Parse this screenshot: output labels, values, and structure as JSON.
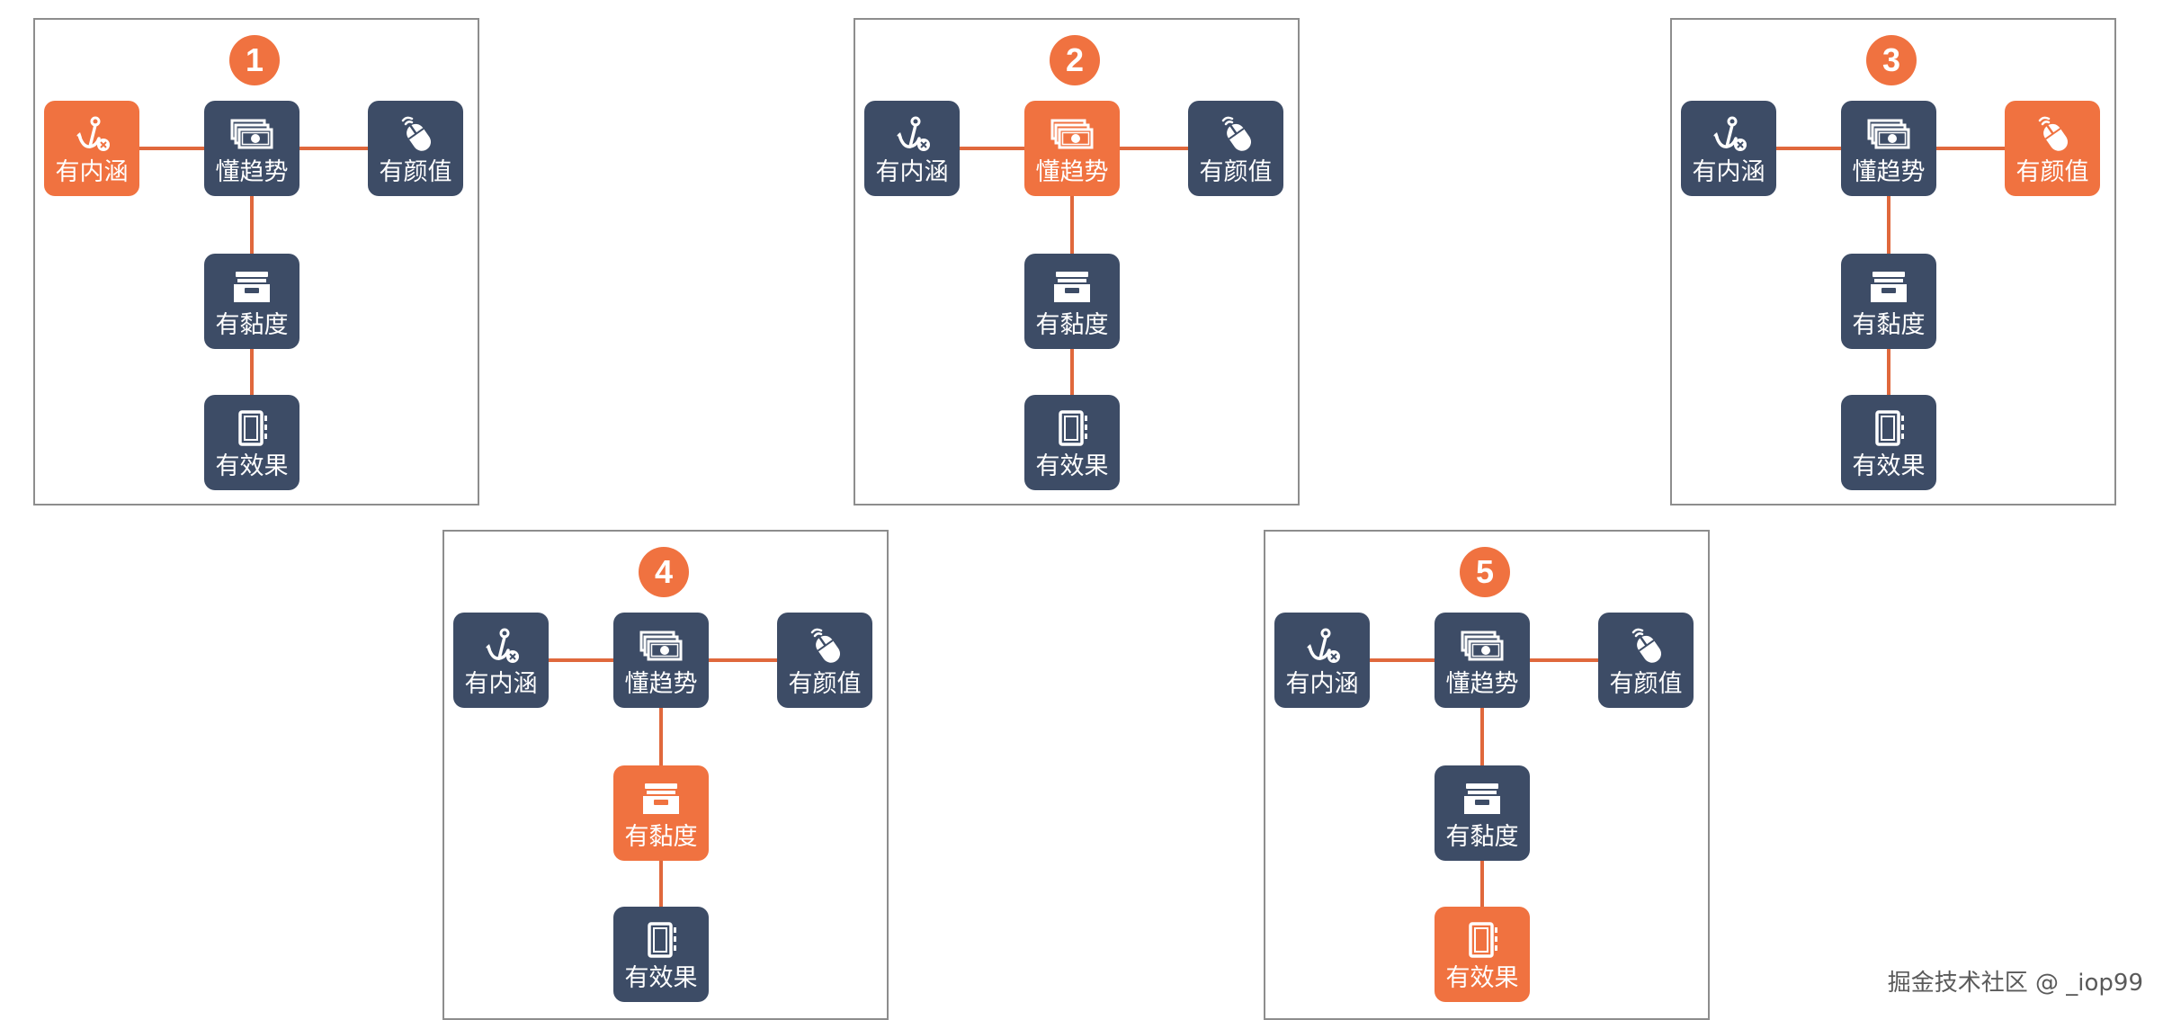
{
  "colors": {
    "highlight": "#f07240",
    "box": "#3d4c66",
    "connector": "#e0683c",
    "icon": "#ffffff"
  },
  "nodes": [
    {
      "key": "left",
      "label": "有内涵",
      "icon": "anchor-icon"
    },
    {
      "key": "center",
      "label": "懂趋势",
      "icon": "money-icon"
    },
    {
      "key": "right",
      "label": "有颜值",
      "icon": "mouse-icon"
    },
    {
      "key": "mid",
      "label": "有黏度",
      "icon": "archive-box-icon"
    },
    {
      "key": "bottom",
      "label": "有效果",
      "icon": "notebook-icon"
    }
  ],
  "panels": [
    {
      "number": "1",
      "highlight": "left"
    },
    {
      "number": "2",
      "highlight": "center"
    },
    {
      "number": "3",
      "highlight": "right"
    },
    {
      "number": "4",
      "highlight": "mid"
    },
    {
      "number": "5",
      "highlight": "bottom"
    }
  ],
  "watermark": "掘金技术社区 @ _iop99"
}
